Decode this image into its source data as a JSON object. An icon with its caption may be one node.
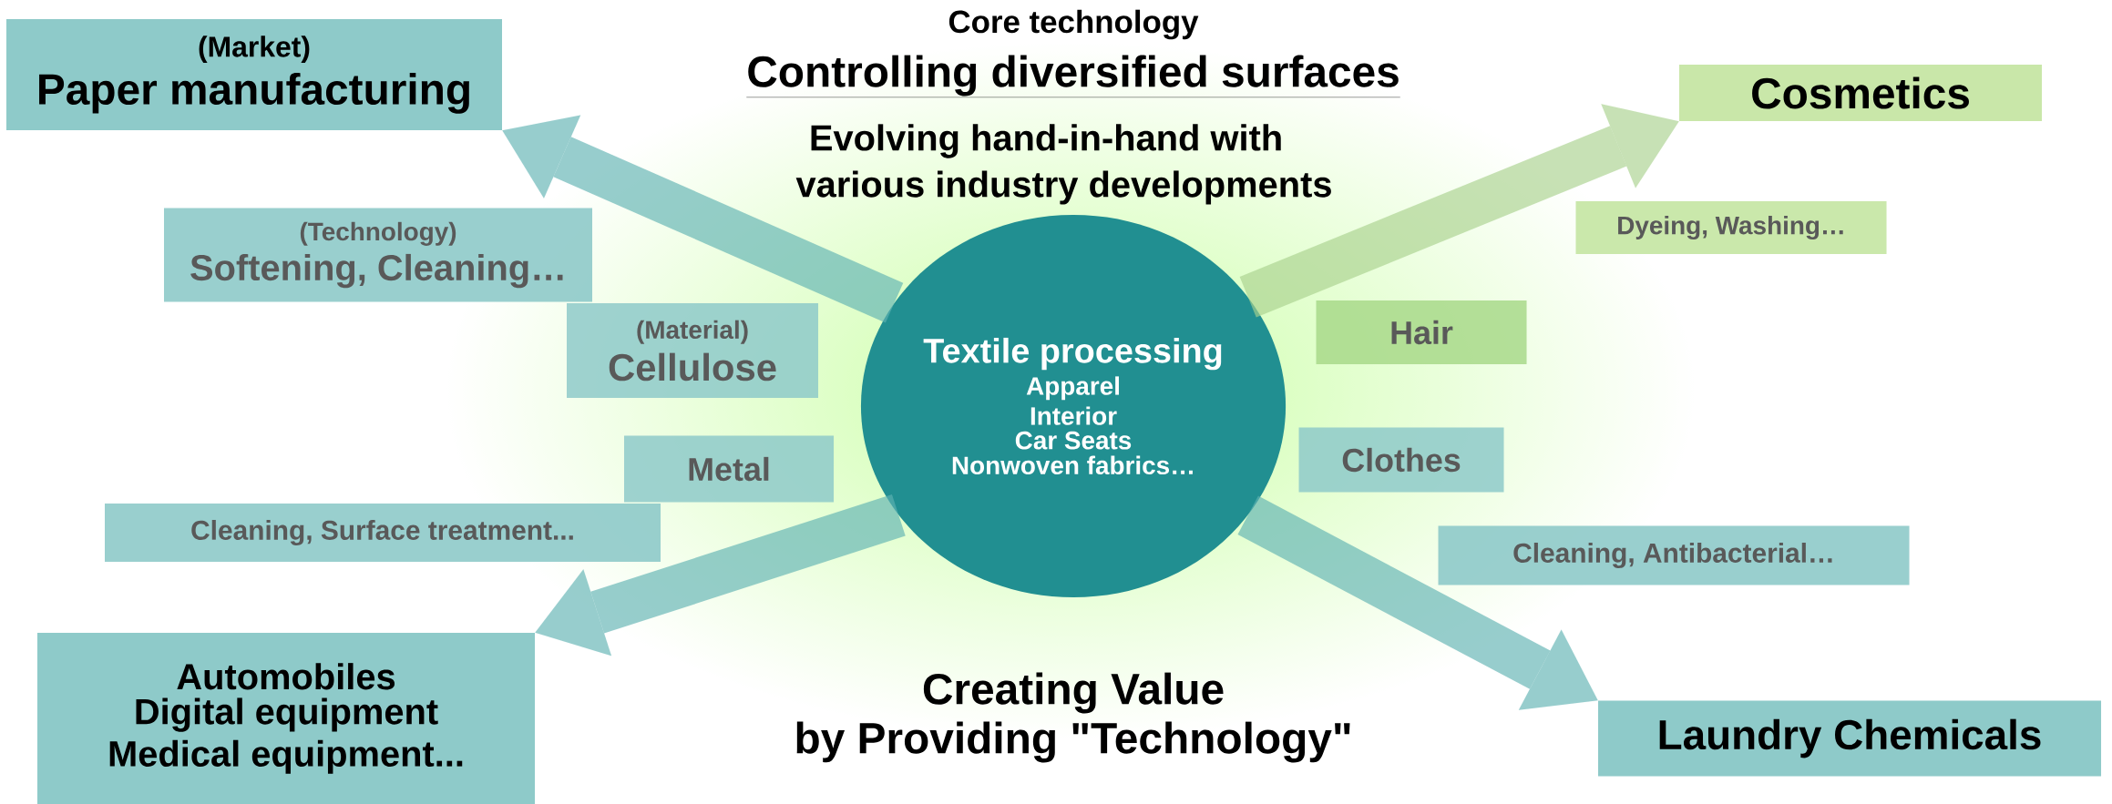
{
  "diagram": {
    "nodes": [
      {
        "text": [
          "Textile processing",
          "Apparel",
          "Interior",
          "Car Seats",
          "Nonwoven fabrics…"
        ]
      },
      {
        "text": [
          "(Market)",
          "Paper manufacturing"
        ]
      },
      {
        "text": [
          "(Technology)",
          "Softening, Cleaning…"
        ]
      },
      {
        "text": [
          "(Material)",
          "Cellulose"
        ]
      },
      {
        "text": [
          "Cosmetics"
        ]
      },
      {
        "text": [
          "Dyeing, Washing…"
        ]
      },
      {
        "text": [
          "Hair"
        ]
      },
      {
        "text": [
          "Metal"
        ]
      },
      {
        "text": [
          "Cleaning, Surface treatment..."
        ]
      },
      {
        "text": [
          "Automobiles",
          "Digital equipment",
          "Medical equipment..."
        ]
      },
      {
        "text": [
          "Clothes"
        ]
      },
      {
        "text": [
          "Cleaning, Antibacterial…"
        ]
      },
      {
        "text": [
          "Laundry Chemicals"
        ]
      }
    ],
    "edges": [
      {
        "from": 0,
        "to": 1,
        "arrow": "to"
      },
      {
        "from": 0,
        "to": 4,
        "arrow": "to",
        "color": "#a9d18e"
      },
      {
        "from": 0,
        "to": 9,
        "arrow": "to"
      },
      {
        "from": 0,
        "to": 12,
        "arrow": "to"
      }
    ],
    "labels": [
      "Core technology",
      "Controlling diversified surfaces",
      "Evolving hand-in-hand with",
      "various industry developments",
      "Creating Value",
      "by Providing \"Technology\""
    ]
  }
}
